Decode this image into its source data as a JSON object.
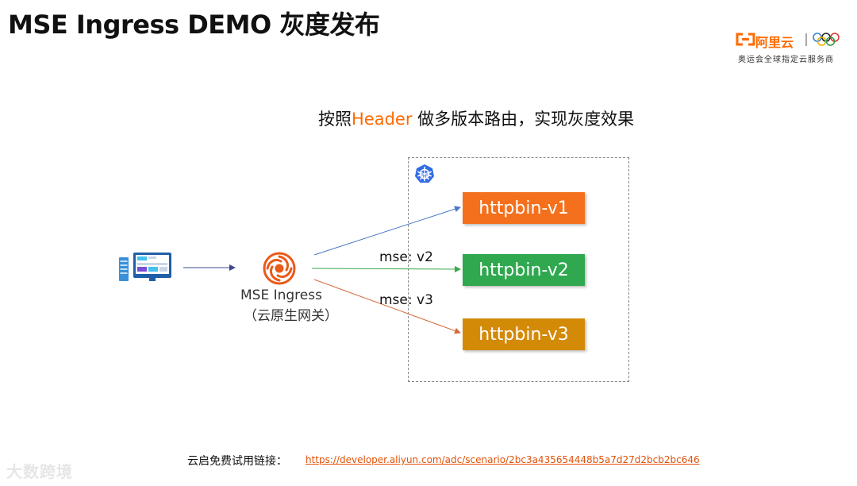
{
  "header": {
    "title": "MSE Ingress DEMO 灰度发布"
  },
  "logo": {
    "brand": "阿里云",
    "tagline": "奥运会全球指定云服务商"
  },
  "subtitle": {
    "prefix": "按照",
    "highlight": "Header",
    "suffix": " 做多版本路由，实现灰度效果"
  },
  "gateway": {
    "name": "MSE Ingress",
    "sublabel": "（云原生网关）"
  },
  "routes": [
    {
      "label": ""
    },
    {
      "label": "mse: v2"
    },
    {
      "label": "mse: v3"
    }
  ],
  "services": [
    {
      "name": "httpbin-v1",
      "color": "#f4701c"
    },
    {
      "name": "httpbin-v2",
      "color": "#2fa84f"
    },
    {
      "name": "httpbin-v3",
      "color": "#d38a07"
    }
  ],
  "footer": {
    "label": "云启免费试用链接：",
    "link": "https://developer.aliyun.com/adc/scenario/2bc3a435654448b5a7d27d2bcb2bc646"
  },
  "watermark": {
    "text": "大数跨境"
  },
  "colors": {
    "accent": "#ff6a00",
    "kubernetes": "#326ce5",
    "arrow_client": "#3b4a8a",
    "arrow_v1": "#4a78c2",
    "arrow_v2": "#3aa64a",
    "arrow_v3": "#d46a3a"
  },
  "icons": {
    "client": "desktop-server-icon",
    "gateway": "mse-swirl-icon",
    "cluster": "kubernetes-icon"
  }
}
